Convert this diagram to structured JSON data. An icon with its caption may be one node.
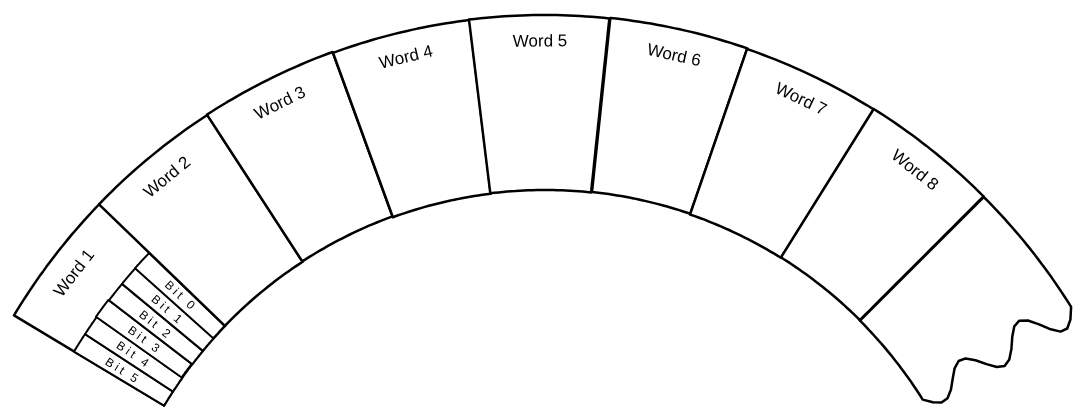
{
  "diagram": {
    "nodes": [
      {
        "text": [
          "Word 1"
        ]
      },
      {
        "text": [
          "Bit 5"
        ],
        "in": 0
      },
      {
        "text": [
          "Bit 4"
        ],
        "in": 0
      },
      {
        "text": [
          "Bit 3"
        ],
        "in": 0
      },
      {
        "text": [
          "Bit 2"
        ],
        "in": 0
      },
      {
        "text": [
          "Bit 1"
        ],
        "in": 0
      },
      {
        "text": [
          "Bit 0"
        ],
        "in": 0
      },
      {
        "text": [
          "Word 2"
        ]
      },
      {
        "text": [
          "Word 3"
        ]
      },
      {
        "text": [
          "Word 4"
        ]
      },
      {
        "text": [
          "Word 5"
        ]
      },
      {
        "text": [
          "Word 6"
        ]
      },
      {
        "text": [
          "Word 7"
        ]
      },
      {
        "text": [
          "Word 8"
        ]
      },
      {
        "text": [],
        "shape": "box"
      }
    ]
  }
}
